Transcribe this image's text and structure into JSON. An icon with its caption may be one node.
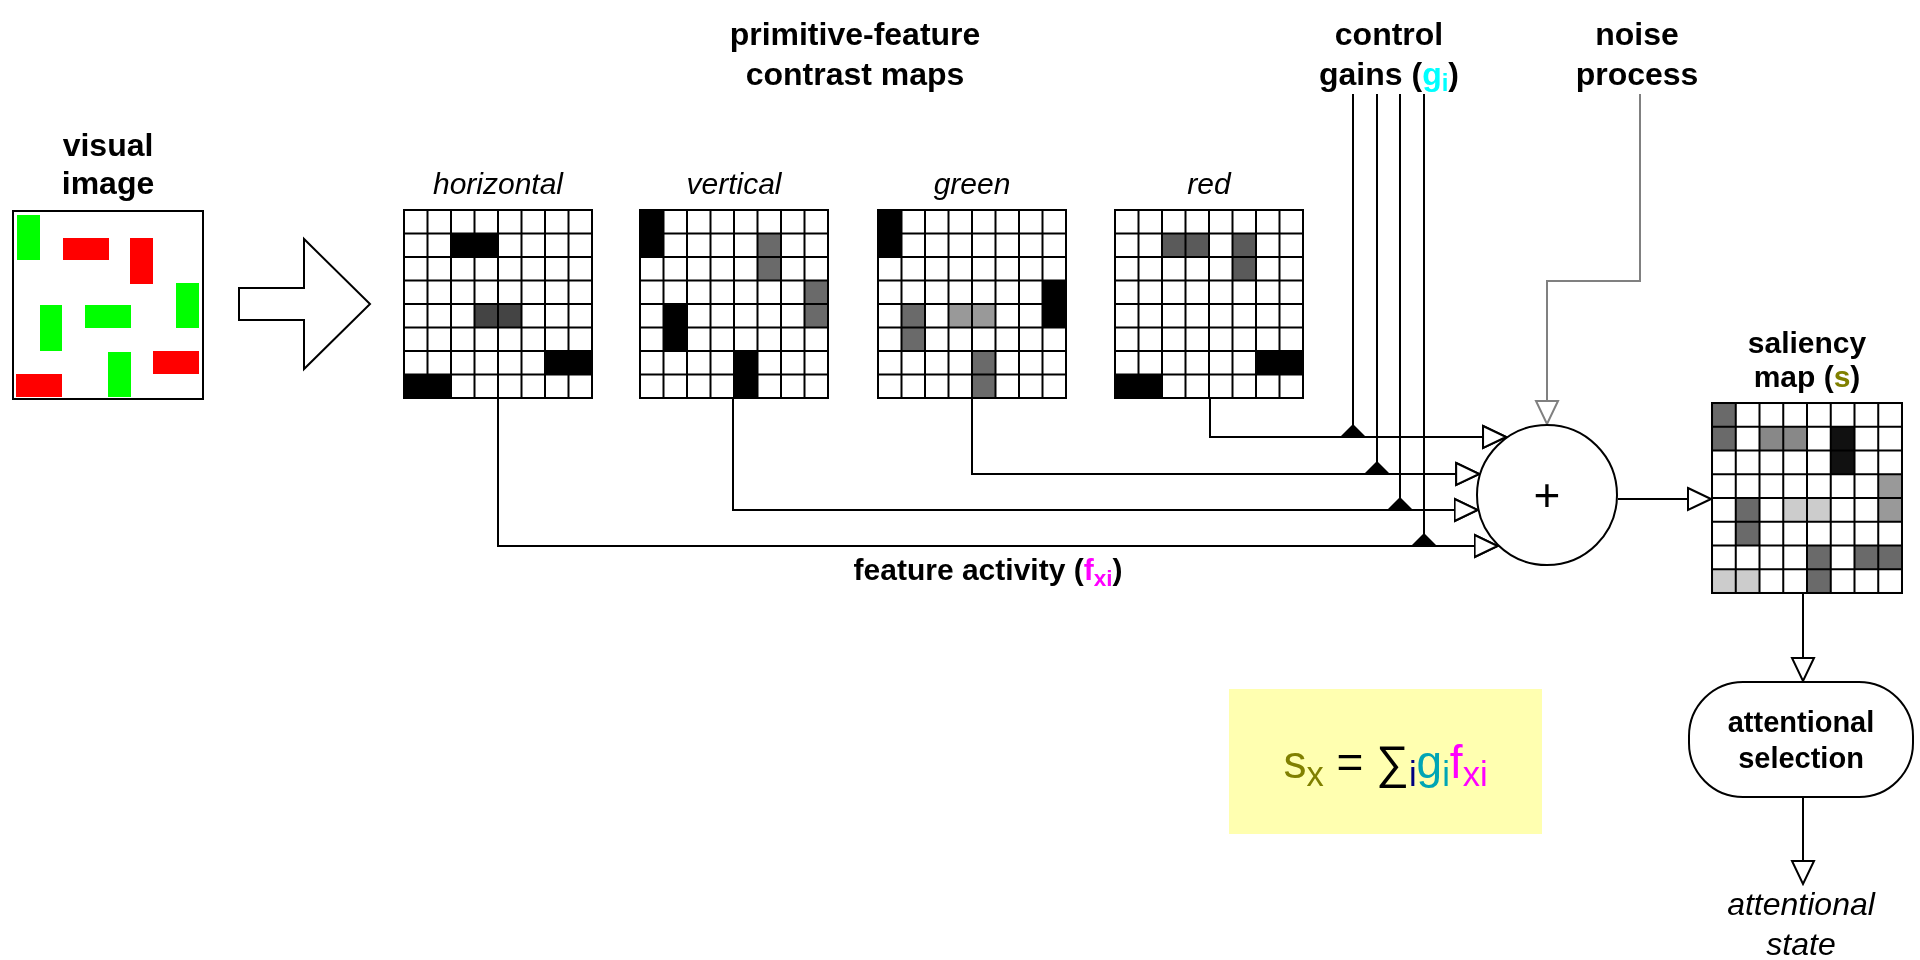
{
  "diagram": {
    "nodes": [
      {
        "text": [
          "visual image"
        ]
      },
      {
        "text": [
          "horizontal"
        ]
      },
      {
        "text": [
          "vertical"
        ]
      },
      {
        "text": [
          "green"
        ]
      },
      {
        "text": [
          "red"
        ]
      },
      {
        "text": [
          "control gains (g$_{i}$)"
        ]
      },
      {
        "text": [
          "noise process"
        ]
      },
      {
        "text": [
          "+"
        ]
      },
      {
        "text": [
          "saliency map (s)"
        ]
      },
      {
        "text": [
          "attentional selection"
        ]
      },
      {
        "text": [
          "attentional state"
        ]
      },
      {
        "text": [
          "s$_{x}$ = ∑$_{i}$g$_{i}$f$_{xi}$"
        ]
      }
    ],
    "edges": [
      {
        "from": 0,
        "to": 1,
        "arrow": "to",
        "style": "thick"
      },
      {
        "from": 1,
        "to": 7,
        "arrow": "to"
      },
      {
        "from": 2,
        "to": 7,
        "arrow": "to"
      },
      {
        "from": 3,
        "to": 7,
        "arrow": "to"
      },
      {
        "from": 4,
        "to": 7,
        "arrow": "to"
      },
      {
        "from": 5,
        "to": 7,
        "arrow": "to"
      },
      {
        "from": 5,
        "to": 7,
        "arrow": "to"
      },
      {
        "from": 5,
        "to": 7,
        "arrow": "to"
      },
      {
        "from": 5,
        "to": 7,
        "arrow": "to"
      },
      {
        "from": 6,
        "to": 7,
        "arrow": "to",
        "color": "#808080"
      },
      {
        "from": 7,
        "to": 8,
        "arrow": "to"
      },
      {
        "from": 8,
        "to": 9,
        "arrow": "to"
      },
      {
        "from": 9,
        "to": 10,
        "arrow": "to"
      }
    ],
    "labels": [
      "primitive-feature contrast maps",
      "feature activity (f$_{xi}$)"
    ]
  }
}
